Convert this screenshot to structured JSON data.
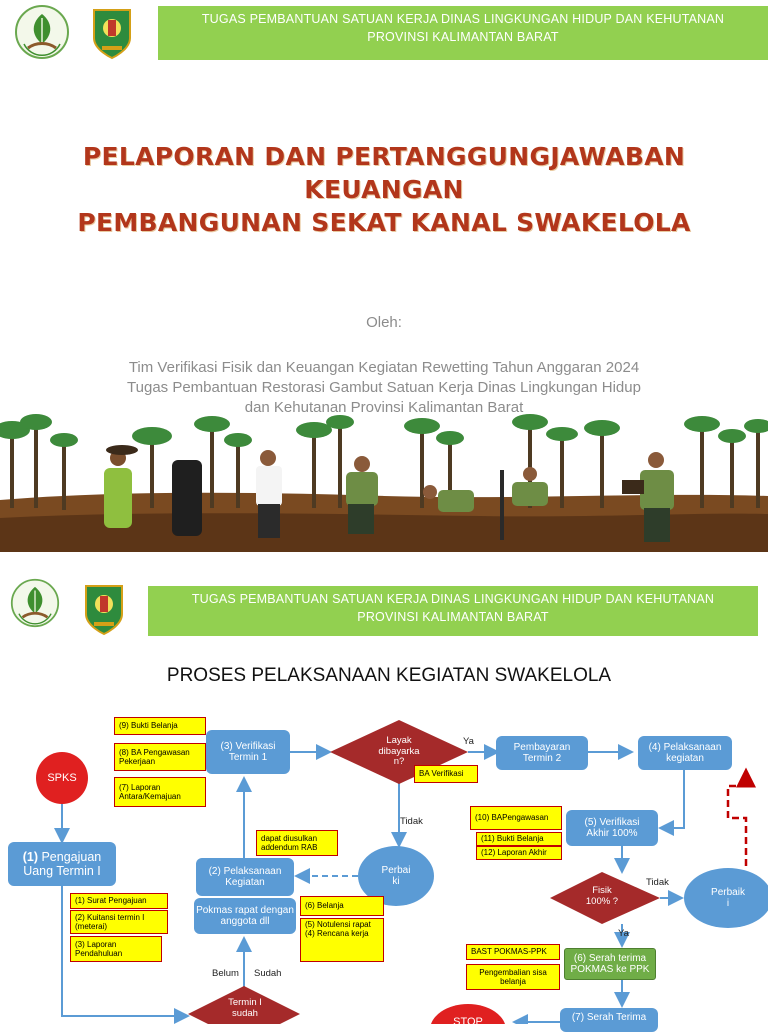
{
  "header": {
    "line1": "TUGAS PEMBANTUAN  SATUAN KERJA DINAS LINGKUNGAN HIDUP DAN KEHUTANAN",
    "line2": "PROVINSI KALIMANTAN BARAT"
  },
  "slide1": {
    "title_line1": "PELAPORAN DAN PERTANGGUNGJAWABAN KEUANGAN",
    "title_line2": "PEMBANGUNAN SEKAT KANAL SWAKELOLA",
    "oleh": "Oleh:",
    "byline1": "Tim Verifikasi Fisik dan Keuangan Kegiatan Rewetting Tahun Anggaran 2024",
    "byline2": "Tugas Pembantuan Restorasi Gambut Satuan Kerja Dinas Lingkungan Hidup",
    "byline3": "dan Kehutanan Provinsi Kalimantan Barat"
  },
  "slide2": {
    "title": "PROSES PELAKSANAAN KEGIATAN SWAKELOLA",
    "spks": "SPKS",
    "pengajuan_num": "(1)",
    "pengajuan_text": " Pengajuan",
    "pengajuan_line2": "Uang Termin I",
    "docs_termin1": [
      "(1) Surat Pengajuan",
      "(2) Kuitansi termin I (meterai)",
      "(3) Laporan Pendahuluan"
    ],
    "verifikasi_termin1_line1": "(3) Verifikasi",
    "verifikasi_termin1_line2": "Termin 1",
    "docs_verifikasi": [
      "(9) Bukti Belanja",
      "(8) BA Pengawasan Pekerjaan",
      "(7) Laporan Antara/Kemajuan"
    ],
    "layak_line1": "Layak",
    "layak_line2": "dibayarka",
    "layak_line3": "n?",
    "ba_verifikasi": "BA Verifikasi",
    "ya": "Ya",
    "tidak": "Tidak",
    "pembayaran_line1": "Pembayaran",
    "pembayaran_line2": "Termin 2",
    "pelaksanaan4_line1": "(4) Pelaksanaan",
    "pelaksanaan4_line2": "kegiatan",
    "verifikasi_akhir_line1": "(5) Verifikasi",
    "verifikasi_akhir_line2": "Akhir 100%",
    "docs_akhir": [
      "(10) BAPengawasan",
      "(11) Bukti Belanja",
      "(12) Laporan Akhir"
    ],
    "perbaiki_line1": "Perbai",
    "perbaiki_line2": "ki",
    "perbaiki2_line1": "Perbaik",
    "perbaiki2_line2": "i",
    "dapat_diusulkan": "dapat diusulkan addendum RAB",
    "pelaksanaan2_line1": "(2) Pelaksanaan",
    "pelaksanaan2_line2": "Kegiatan",
    "pokmas_rapat": "Pokmas rapat dengan anggota dll",
    "docs_pokmas_belanja": "(6) Belanja",
    "docs_pokmas_notulensi": "(5) Notulensi rapat",
    "docs_pokmas_rencana": "(4) Rencana kerja",
    "belum": "Belum",
    "sudah": "Sudah",
    "termin_line1": "Termin I",
    "termin_line2": "sudah",
    "fisik_line1": "Fisik",
    "fisik_line2": "100% ?",
    "ya2": "Ya",
    "tidak2": "Tidak",
    "bast": "BAST POKMAS-PPK",
    "pengembalian": "Pengembalian sisa belanja",
    "serah_terima6_line1": "(6) Serah terima",
    "serah_terima6_line2": "POKMAS ke PPK",
    "serah_terima7": "(7) Serah Terima",
    "stop": "STOP"
  },
  "colors": {
    "banner": "#92d050",
    "title_red": "#b2361b",
    "process_blue": "#5b9bd5",
    "decision_red": "#a52a2a",
    "doc_yellow": "#ffff00",
    "doc_border": "#c00000",
    "green_box": "#70ad47"
  }
}
